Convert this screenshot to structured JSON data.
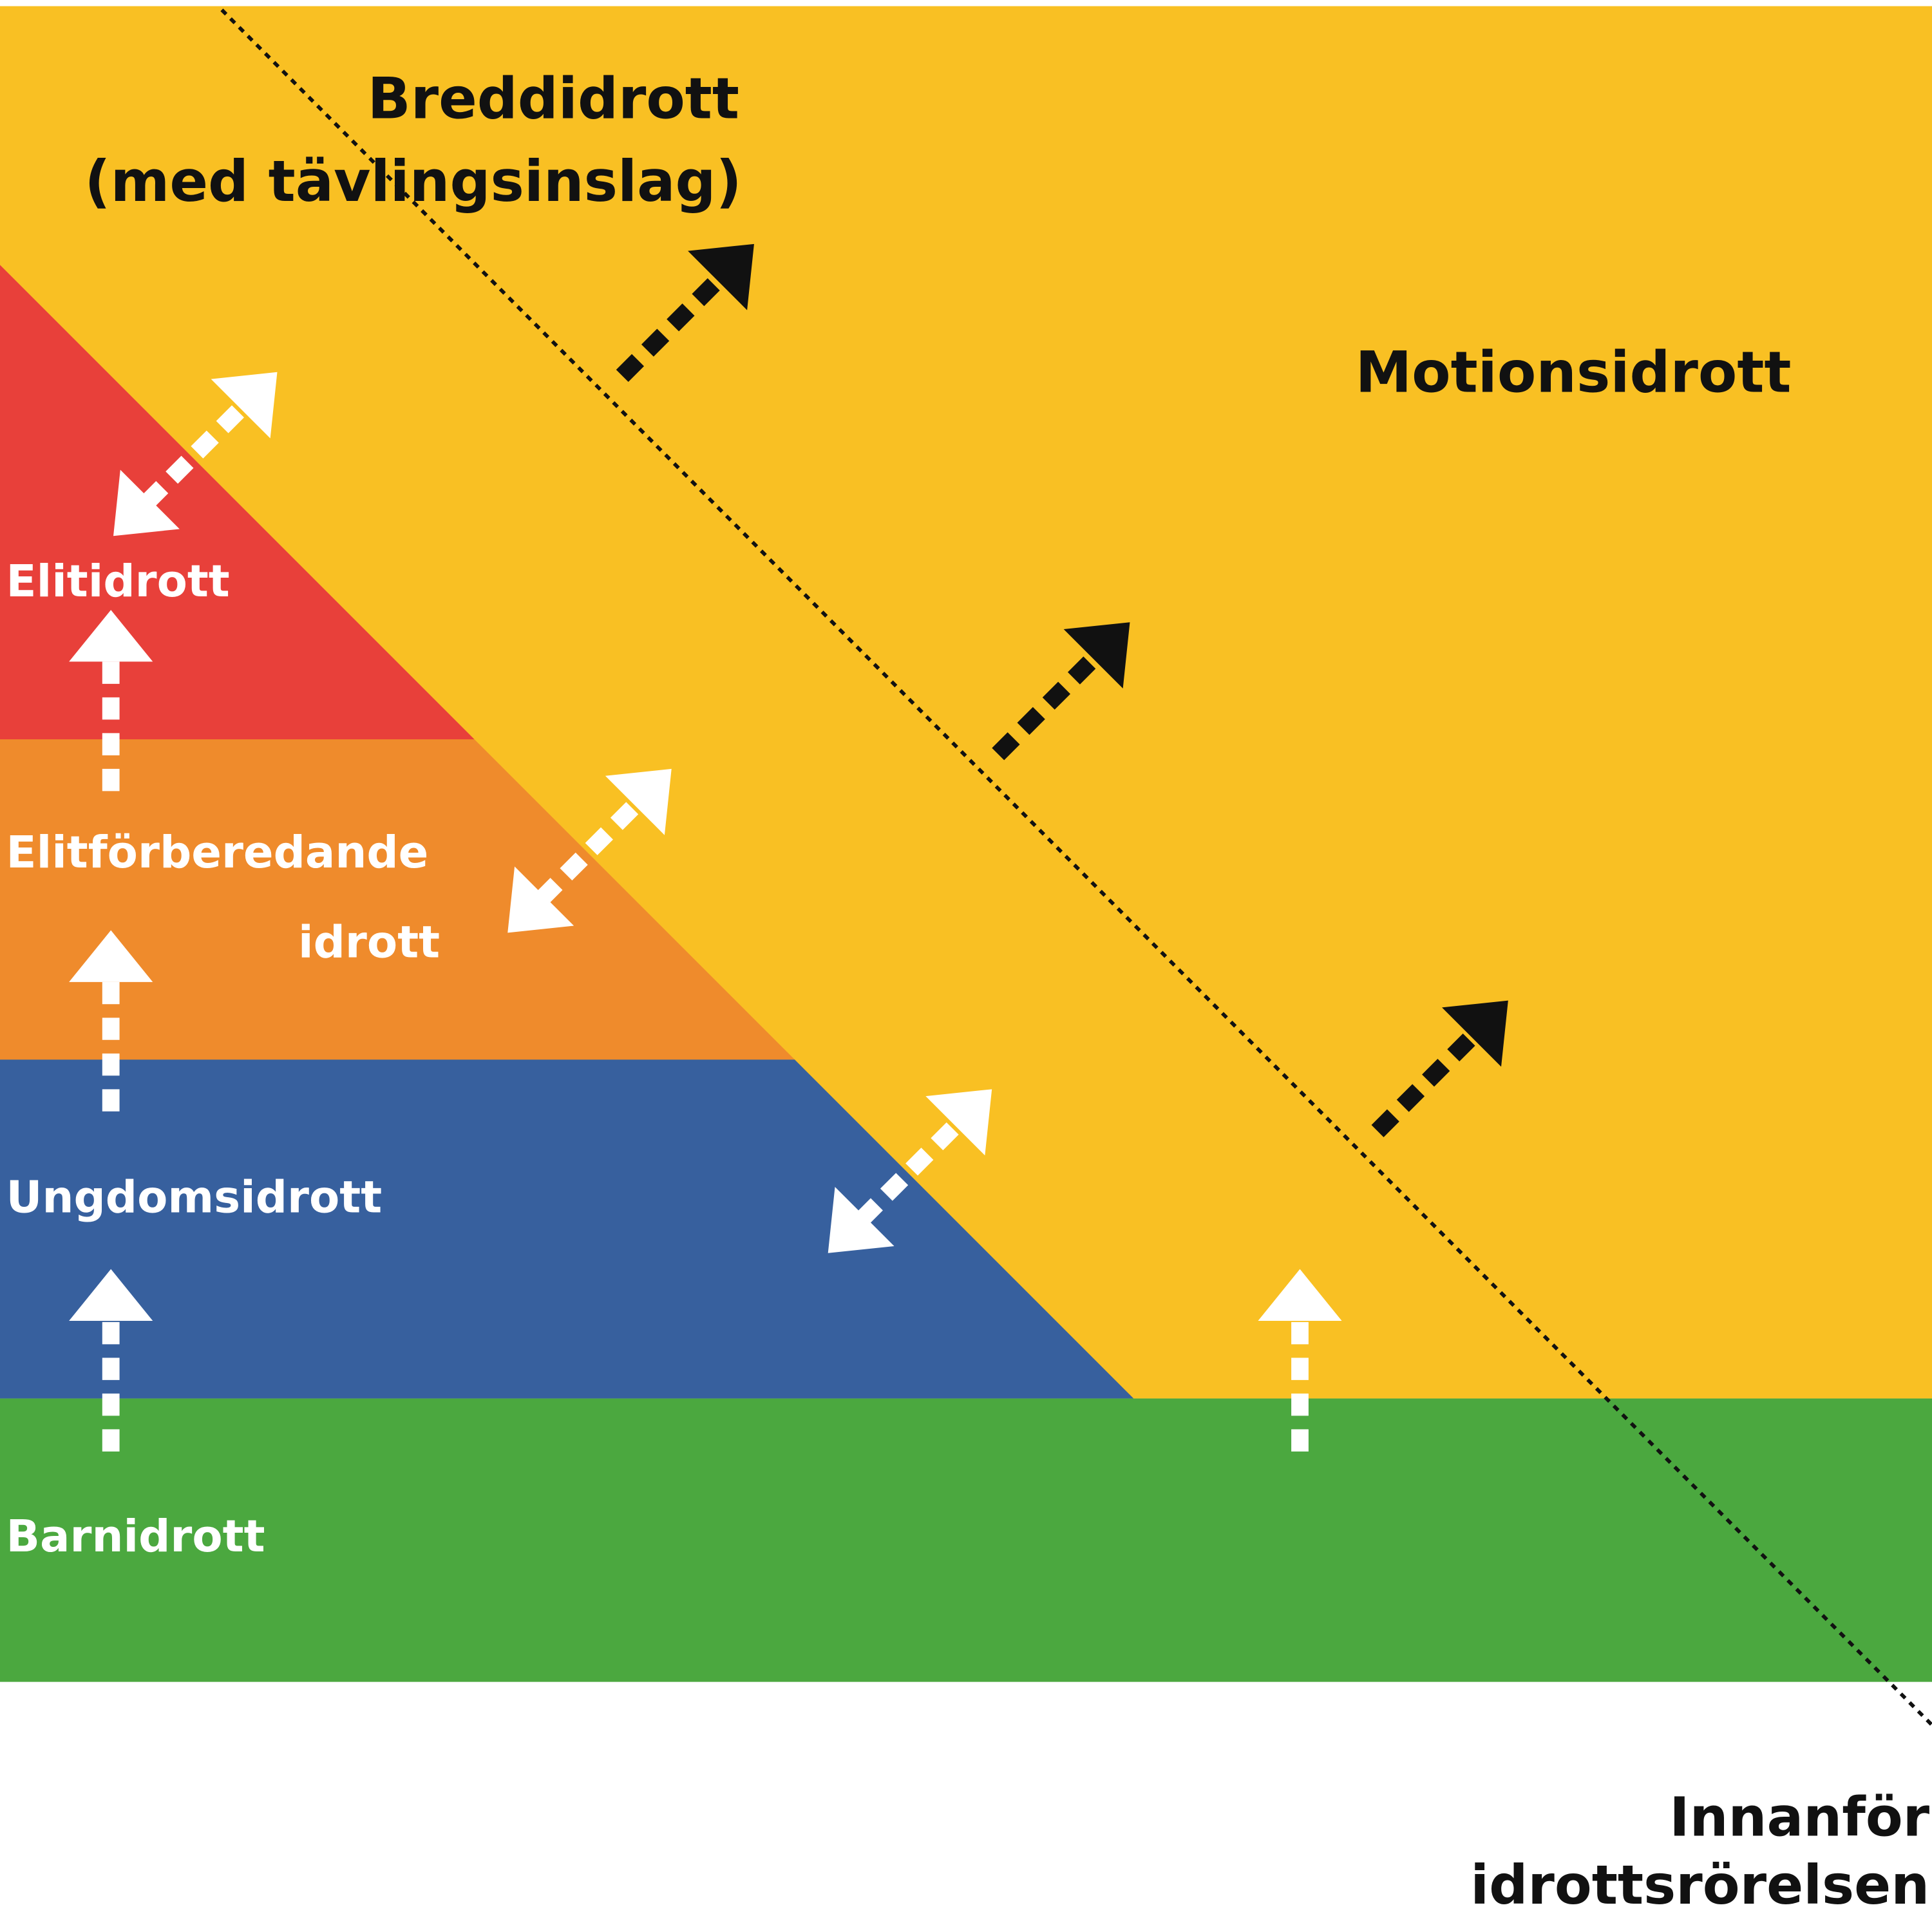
{
  "colors": {
    "motion": "#F9C023",
    "elit": "#E8403A",
    "elitforb": "#EF8B2C",
    "ungdom": "#37609E",
    "barn": "#4BA83F",
    "background": "#FFFFFF"
  },
  "labels": {
    "breddidrott_line1": "Breddidrott",
    "breddidrott_line2": "(med tävlingsinslag)",
    "motionsidrott": "Motionsidrott",
    "elitidrott": "Elitidrott",
    "elitforberedande_line1": "Elitförberedande",
    "elitforberedande_line2": "idrott",
    "ungdomsidrott": "Ungdomsidrott",
    "barnidrott": "Barnidrott",
    "innanfor_line1": "Innanför",
    "innanfor_line2": "idrottsrörelsen"
  }
}
